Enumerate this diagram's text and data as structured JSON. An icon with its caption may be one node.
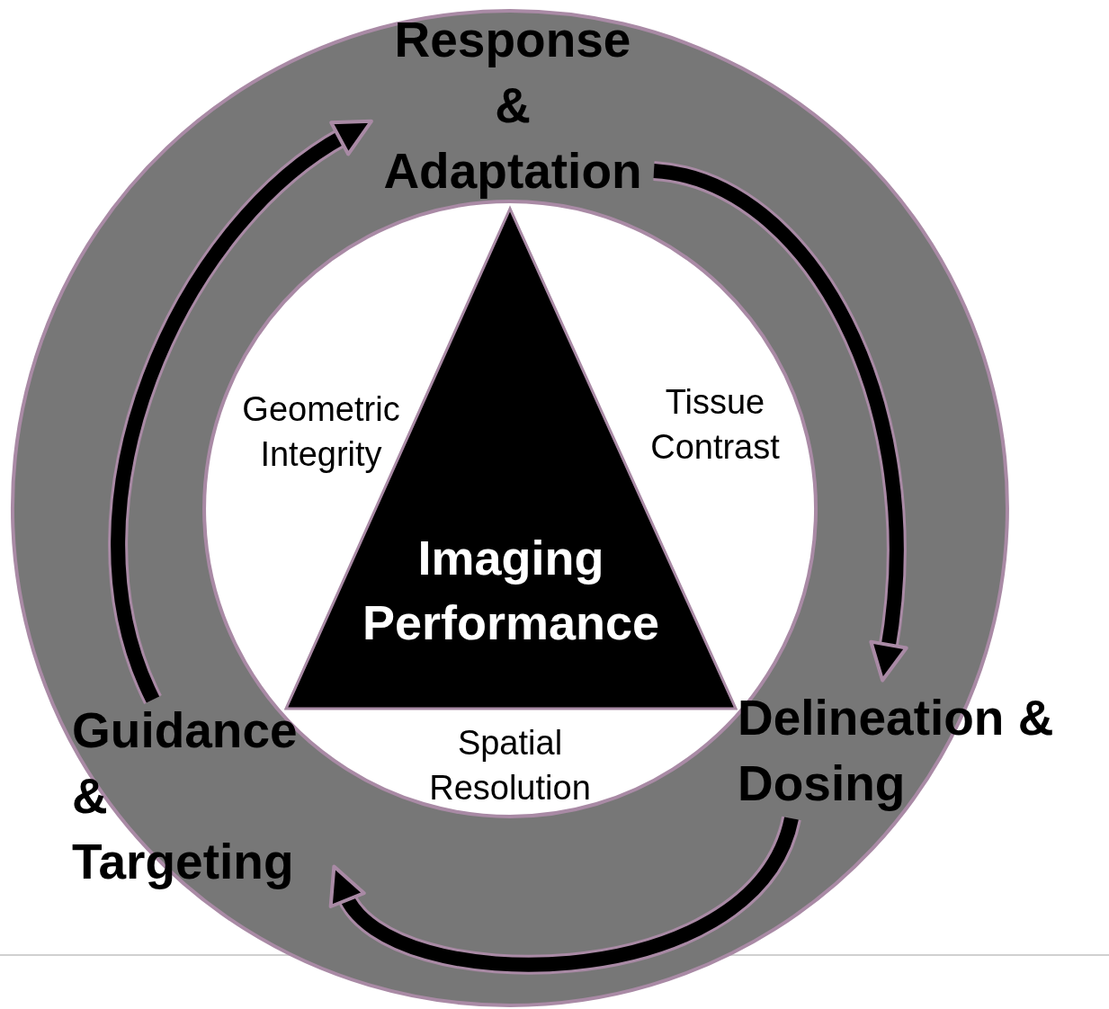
{
  "diagram": {
    "nodes": [
      {
        "text": [
          "Response & Adaptation"
        ]
      },
      {
        "text": [
          "Delineation & Dosing"
        ]
      },
      {
        "text": [
          "Guidance & Targeting"
        ]
      },
      {
        "text": [
          "Imaging Performance"
        ],
        "beside": [
          "Geometric Integrity",
          "Tissue Contrast",
          "Spatial Resolution"
        ]
      }
    ],
    "edges": [
      {
        "from": 0,
        "to": 1,
        "arrow": "to"
      },
      {
        "from": 1,
        "to": 2,
        "arrow": "to"
      },
      {
        "from": 2,
        "to": 0,
        "arrow": "to"
      }
    ]
  }
}
